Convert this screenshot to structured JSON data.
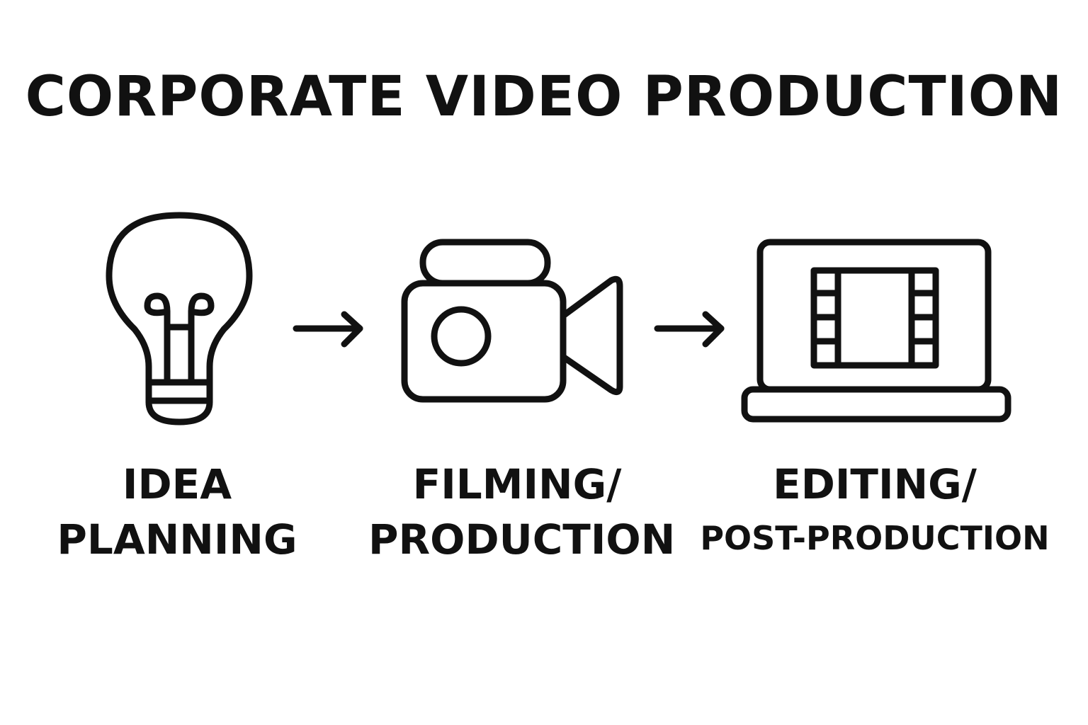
{
  "title": "CORPORATE VIDEO PRODUCTION",
  "colors": {
    "ink": "#111111",
    "background": "#ffffff"
  },
  "steps": [
    {
      "icon": "lightbulb-icon",
      "label_lines": [
        "IDEA",
        "PLANNING"
      ]
    },
    {
      "icon": "video-camera-icon",
      "label_lines": [
        "FILMING/",
        "PRODUCTION"
      ]
    },
    {
      "icon": "laptop-film-icon",
      "label_lines": [
        "EDITING/",
        "POST-PRODUCTION"
      ]
    }
  ],
  "connectors": [
    {
      "from": "IDEA PLANNING",
      "to": "FILMING/ PRODUCTION",
      "icon": "arrow-right-icon"
    },
    {
      "from": "FILMING/ PRODUCTION",
      "to": "EDITING/ POST-PRODUCTION",
      "icon": "arrow-right-icon"
    }
  ]
}
